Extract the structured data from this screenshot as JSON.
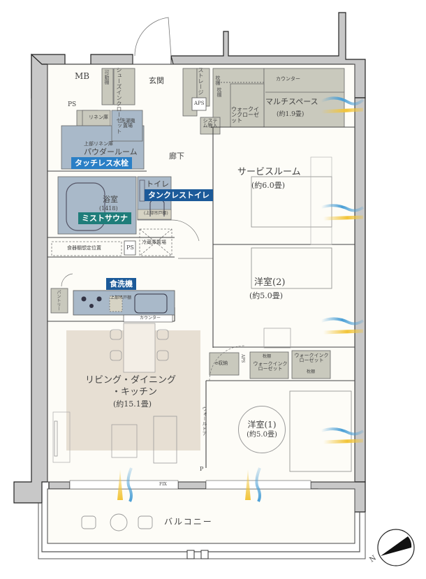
{
  "floor_plan": {
    "rooms": {
      "mb": "MB",
      "ps_top": "PS",
      "genkan": "玄関",
      "kadodana": "可動棚",
      "shoes_closet": "シューズインクローゼット",
      "storage": "ストレージ",
      "storage_shelf": "枕棚",
      "aps_top": "APS",
      "system_storage": "システム物入",
      "wic_top_shelf": "枕棚",
      "wic_top": "ウォークインクローゼット",
      "counter_top": "カウンター",
      "multi_space": "マルチスペース",
      "multi_space_size": "(約1.9畳)",
      "linen": "リネン庫",
      "washer": "洗濯機置場",
      "upper_linen": "上部リネン庫",
      "powder_room": "パウダールーム",
      "corridor": "廊下",
      "service_room": "サービスルーム",
      "service_room_size": "(約6.0畳)",
      "bath": "浴室",
      "bath_size": "(1418)",
      "toilet": "トイレ",
      "toilet_upper_shelf": "(上部吊戸棚)",
      "fridge": "冷蔵庫置場",
      "dish_shelf": "食器棚想定位置",
      "ps_mid": "PS",
      "pantry": "パントリー",
      "kitchen_upper": "上部吊戸棚",
      "counter_kitchen": "カウンター",
      "western2": "洋室(2)",
      "western2_size": "(約5.0畳)",
      "ldk_line1": "リビング・ダイニング",
      "ldk_line2": "・キッチン",
      "ldk_size": "(約15.1畳)",
      "e_storage": "e収納",
      "aps_mid": "APS",
      "wic_mid_shelf": "枕棚",
      "wic_mid": "ウォークインクローゼット",
      "wic_right": "ウォークインクローゼット",
      "wic_right_shelf": "枕棚",
      "wall_door": "ウォールドア",
      "western1": "洋室(1)",
      "western1_size": "(約5.0畳)",
      "p_mark": "P",
      "fix_mark": "FIX",
      "balcony": "バルコニー"
    },
    "feature_tags": {
      "touchless_faucet": "タッチレス水栓",
      "mist_sauna": "ミストサウナ",
      "tankless_toilet": "タンクレストイレ",
      "dishwasher": "食洗機"
    },
    "compass": {
      "label": "N"
    },
    "colors": {
      "wall": "#c8c8c8",
      "storage": "#c9c9bd",
      "wet_area": "#a9b9c9",
      "ldk_rug": "#e7dfd3",
      "floor": "#fdfcf7",
      "tag_blue": "#2a7fc6",
      "tag_navy": "#1c5a99",
      "tag_teal": "#1f7d7a",
      "wind_blue": "#4a9fd6",
      "wind_yellow": "#f2c437"
    }
  }
}
